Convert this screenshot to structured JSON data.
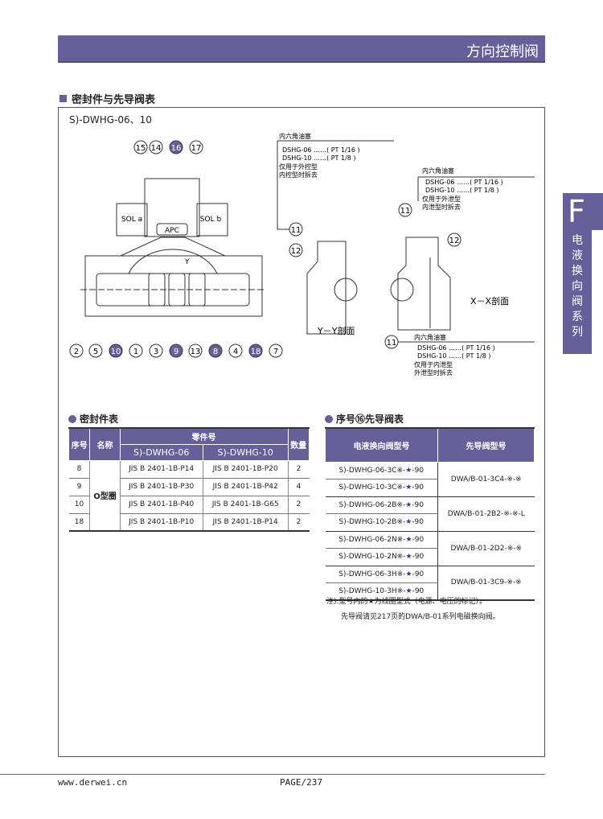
{
  "header": {
    "title": "方向控制阀"
  },
  "section": {
    "title": "密封件与先导阀表",
    "model": "S)-DWHG-06、10"
  },
  "side_tab": {
    "letter": "F",
    "label": "电液换向阀系列"
  },
  "drawing": {
    "top_callouts": [
      "15",
      "14",
      "16",
      "17"
    ],
    "bottom_callouts": [
      "2",
      "5",
      "10",
      "1",
      "3",
      "9",
      "13",
      "8",
      "4",
      "18",
      "7"
    ],
    "highlighted": [
      "16",
      "10",
      "9",
      "8",
      "18"
    ],
    "sol_a": "SOL a",
    "sol_b": "SOL b",
    "logo": "APC",
    "y_mark": "Y",
    "section_yy": "Y－Y剖面",
    "section_xx": "X－X剖面",
    "c11": "11",
    "c12": "12",
    "plug_title": "内六角油塞",
    "plug_06": "DSHG-06 ……( PT 1/16 )",
    "plug_10": "DSHG-10 ……( PT 1/8  )",
    "note_yy": [
      "仅用于外控型",
      "内控型时拆去"
    ],
    "note_xx_top": [
      "仅用于外泄型",
      "内泄型时拆去"
    ],
    "note_xx_bottom": [
      "仅用于内泄型",
      "外泄型时拆去"
    ]
  },
  "seal_table": {
    "title": "密封件表",
    "headers": {
      "no": "序号",
      "name": "名称",
      "part": "零件号",
      "m06": "S)-DWHG-06",
      "m10": "S)-DWHG-10",
      "qty": "数量"
    },
    "name": "O型圈",
    "rows": [
      {
        "no": "8",
        "a": "JIS B 2401-1B-P14",
        "b": "JIS B 2401-1B-P20",
        "q": "2"
      },
      {
        "no": "9",
        "a": "JIS B 2401-1B-P30",
        "b": "JIS B 2401-1B-P42",
        "q": "4"
      },
      {
        "no": "10",
        "a": "JIS B 2401-1B-P40",
        "b": "JIS B 2401-1B-G65",
        "q": "2"
      },
      {
        "no": "18",
        "a": "JIS B 2401-1B-P10",
        "b": "JIS B 2401-1B-P14",
        "q": "2"
      }
    ]
  },
  "pilot_table": {
    "title": "序号⑯先导阀表",
    "headers": {
      "main": "电液换向阀型号",
      "pilot": "先导阀型号"
    },
    "groups": [
      {
        "models": [
          "S)-DWHG-06-3C※-★-90",
          "S)-DWHG-10-3C※-★-90"
        ],
        "pilot": "DWA/B-01-3C4-※-※"
      },
      {
        "models": [
          "S)-DWHG-06-2B※-★-90",
          "S)-DWHG-10-2B※-★-90"
        ],
        "pilot": "DWA/B-01-2B2-※-※-L"
      },
      {
        "models": [
          "S)-DWHG-06-2N※-★-90",
          "S)-DWHG-10-2N※-★-90"
        ],
        "pilot": "DWA/B-01-2D2-※-※"
      },
      {
        "models": [
          "S)-DWHG-06-3H※-★-90",
          "S)-DWHG-10-3H※-★-90"
        ],
        "pilot": "DWA/B-01-3C9-※-※"
      }
    ],
    "note1": "注):型号内的★为线圈型式（电源、电压的标记）。",
    "note2": "先导阀请见217页的DWA/B-01系列电磁换向阀。"
  },
  "footer": {
    "url": "www.derwei.cn",
    "page": "PAGE/237"
  },
  "colors": {
    "accent": "#65609a"
  }
}
